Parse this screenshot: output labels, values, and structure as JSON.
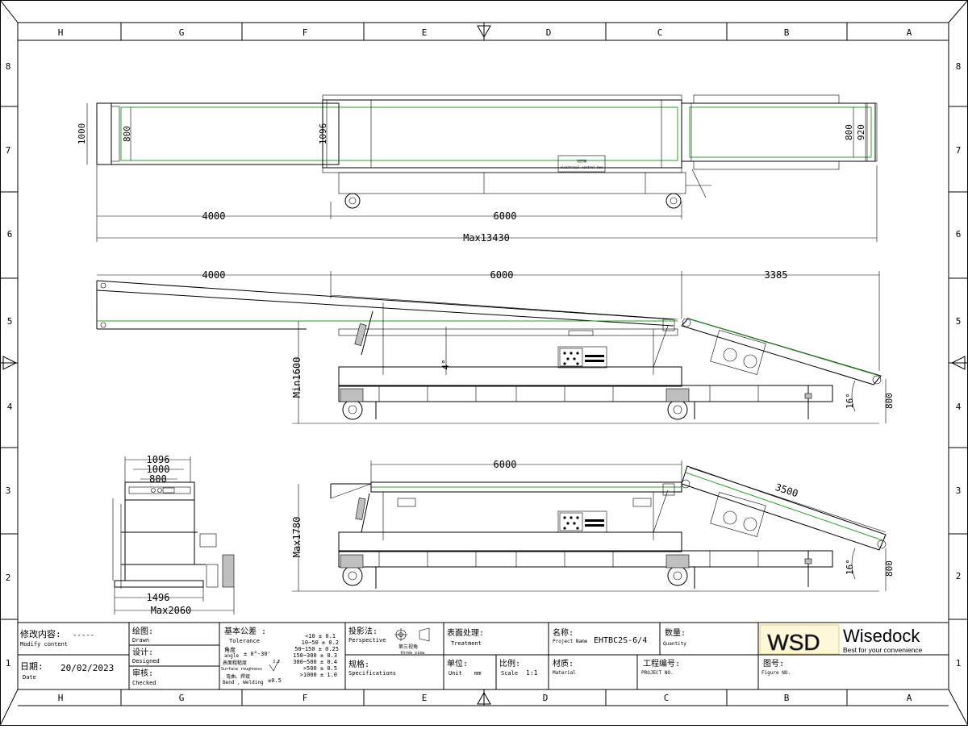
{
  "border": {
    "top_zones": [
      "H",
      "G",
      "F",
      "E",
      "D",
      "C",
      "B",
      "A"
    ],
    "bottom_zones": [
      "H",
      "G",
      "F",
      "E",
      "D",
      "C",
      "B",
      "A"
    ],
    "left_zones": [
      "8",
      "7",
      "6",
      "5",
      "4",
      "3",
      "2",
      "1"
    ],
    "right_zones": [
      "8",
      "7",
      "6",
      "5",
      "4",
      "3",
      "2",
      "1"
    ]
  },
  "top_view": {
    "dim_width_outer": "1000",
    "dim_belt_left": "800",
    "dim_frame_mid": "1096",
    "dim_belt_right": "800",
    "dim_frame_right": "920",
    "dim_len_ext": "4000",
    "dim_len_main": "6000",
    "dim_total": "Max13430",
    "box_label_cn": "电控箱",
    "box_label_en": "electrical control box"
  },
  "side_view_upper": {
    "dim_ext": "4000",
    "dim_main": "6000",
    "dim_ramp": "3385",
    "dim_min_height": "Min1600",
    "angle_slope": "4°",
    "angle_ramp": "16°",
    "dim_ramp_height": "800"
  },
  "side_view_lower": {
    "dim_main": "6000",
    "dim_ramp_len": "3500",
    "dim_max_height": "Max1780",
    "angle_ramp": "16°",
    "dim_ramp_height": "800"
  },
  "end_view": {
    "dim_1096": "1096",
    "dim_1000": "1000",
    "dim_800": "800",
    "dim_1496": "1496",
    "dim_max": "Max2060"
  },
  "title_block": {
    "modify_label_cn": "修改内容:",
    "modify_dashes": "-----",
    "modify_label_en": "Modify content",
    "date_label_cn": "日期:",
    "date_label_en": "Date",
    "date_value": "20/02/2023",
    "drawn_cn": "绘图:",
    "drawn_en": "Drawn",
    "designed_cn": "设计:",
    "designed_en": "Designed",
    "checked_cn": "审核:",
    "checked_en": "Checked",
    "tolerance_cn": "基本公差 :",
    "tolerance_en": "Tolerance",
    "angle_cn": "角度",
    "angle_en": "angle",
    "angle_value": "± 0°-30'",
    "roughness_cn": "表面粗糙度",
    "roughness_en": "Surface roughness",
    "roughness_value": "3.2",
    "bend_cn": "弯曲、焊接",
    "bend_en": "Bend , Welding",
    "bend_value": "±0.5",
    "tol_rows": [
      "<10  ± 0.1",
      "10~50  ± 0.2",
      "50~150 ± 0.25",
      "150~300 ± 0.3",
      "300~500 ± 0.4",
      ">500  ± 0.5",
      ">1000 ± 1.0"
    ],
    "projection_cn": "投影法:",
    "projection_en": "Perspective",
    "third_view_cn": "第三视角",
    "third_view_en": "three view",
    "spec_cn": "规格:",
    "spec_en": "Specifications",
    "treatment_cn": "表面处理:",
    "treatment_en": "Treatment",
    "unit_cn": "单位:",
    "unit_en": "Unit",
    "unit_value": "mm",
    "scale_cn": "比例:",
    "scale_en": "Scale",
    "scale_value": "1:1",
    "name_cn": "名称:",
    "name_en": "Project Name",
    "name_value": "EHTBC2S-6/4",
    "material_cn": "材质:",
    "material_en": "Material",
    "quantity_cn": "数量:",
    "quantity_en": "Quantity",
    "project_no_cn": "工程编号:",
    "project_no_en": "PROJECT NO.",
    "figure_cn": "图号:",
    "figure_en": "Figure NO.",
    "logo_mark": "WSD",
    "brand": "Wisedock",
    "slogan": "Best for your convenience"
  },
  "colors": {
    "belt": "#2aa02a",
    "line": "#000000"
  }
}
